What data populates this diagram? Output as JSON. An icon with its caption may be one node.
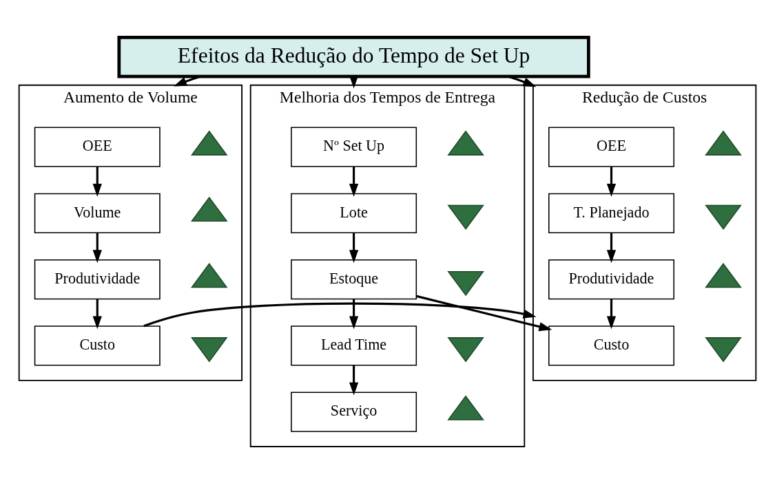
{
  "diagram": {
    "nodes": [
      {
        "text": [
          "Efeitos da Redução do Tempo de Set Up"
        ]
      },
      {
        "text": [
          "Aumento de Volume"
        ]
      },
      {
        "text": [
          "OEE"
        ],
        "in": 1
      },
      {
        "text": [],
        "shape": "arrow",
        "in": 1
      },
      {
        "text": [
          "Volume"
        ],
        "in": 1
      },
      {
        "text": [],
        "shape": "arrow",
        "in": 1
      },
      {
        "text": [
          "Produtividade"
        ],
        "in": 1
      },
      {
        "text": [],
        "shape": "arrow",
        "in": 1
      },
      {
        "text": [
          "Custo"
        ],
        "in": 1
      },
      {
        "text": [],
        "shape": "arrow",
        "in": 1
      },
      {
        "text": [
          "Melhoria dos Tempos de Entrega"
        ]
      },
      {
        "text": [
          "Nº Set Up"
        ],
        "in": 10
      },
      {
        "text": [],
        "shape": "arrow",
        "in": 10
      },
      {
        "text": [
          "Lote"
        ],
        "in": 10
      },
      {
        "text": [],
        "shape": "arrow",
        "in": 10
      },
      {
        "text": [
          "Estoque"
        ],
        "in": 10
      },
      {
        "text": [],
        "shape": "arrow",
        "in": 10
      },
      {
        "text": [
          "Lead Time"
        ],
        "in": 10
      },
      {
        "text": [],
        "shape": "arrow",
        "in": 10
      },
      {
        "text": [
          "Serviço"
        ],
        "in": 10
      },
      {
        "text": [],
        "shape": "arrow",
        "in": 10
      },
      {
        "text": [
          "Redução de Custos"
        ]
      },
      {
        "text": [
          "OEE"
        ],
        "in": 21
      },
      {
        "text": [],
        "shape": "arrow",
        "in": 21
      },
      {
        "text": [
          "T. Planejado"
        ],
        "in": 21
      },
      {
        "text": [],
        "shape": "arrow",
        "in": 21
      },
      {
        "text": [
          "Produtividade"
        ],
        "in": 21
      },
      {
        "text": [],
        "shape": "arrow",
        "in": 21
      },
      {
        "text": [
          "Custo"
        ],
        "in": 21
      },
      {
        "text": [],
        "shape": "arrow",
        "in": 21
      }
    ],
    "edges": [
      {
        "from": 0,
        "to": 1,
        "arrow": "to"
      },
      {
        "from": 0,
        "to": 10,
        "arrow": "to"
      },
      {
        "from": 0,
        "to": 21,
        "arrow": "to"
      },
      {
        "from": 2,
        "to": 4,
        "arrow": "to"
      },
      {
        "from": 4,
        "to": 6,
        "arrow": "to"
      },
      {
        "from": 6,
        "to": 8,
        "arrow": "to"
      },
      {
        "from": 11,
        "to": 13,
        "arrow": "to"
      },
      {
        "from": 13,
        "to": 15,
        "arrow": "to"
      },
      {
        "from": 15,
        "to": 17,
        "arrow": "to"
      },
      {
        "from": 17,
        "to": 19,
        "arrow": "to"
      },
      {
        "from": 22,
        "to": 24,
        "arrow": "to"
      },
      {
        "from": 24,
        "to": 26,
        "arrow": "to"
      },
      {
        "from": 26,
        "to": 28,
        "arrow": "to"
      },
      {
        "from": 15,
        "to": 28,
        "arrow": "to"
      },
      {
        "from": 8,
        "to": 21,
        "arrow": "to"
      }
    ]
  }
}
